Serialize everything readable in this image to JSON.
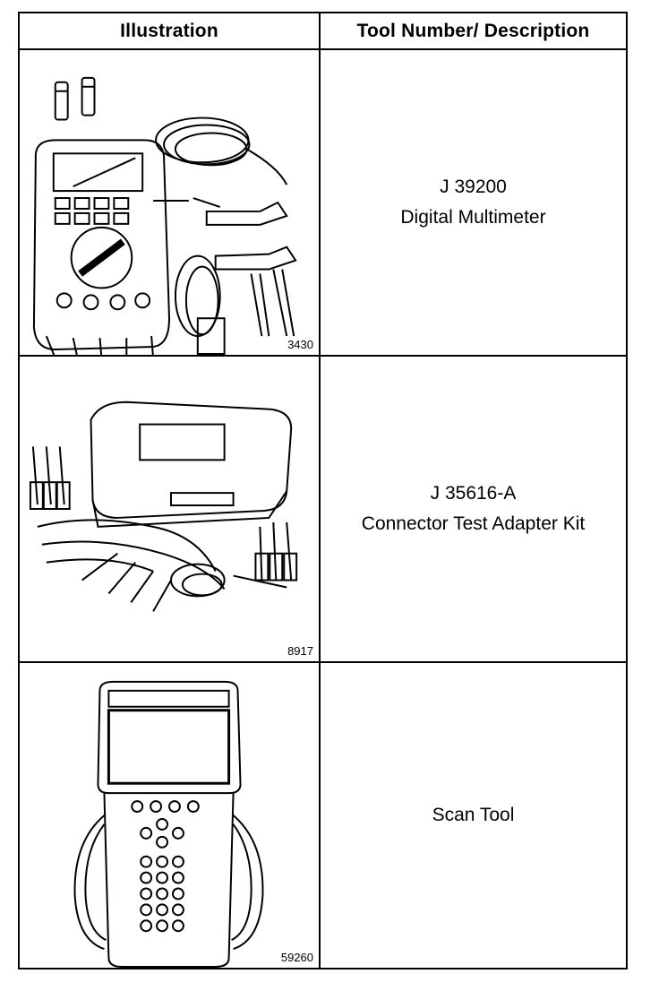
{
  "table": {
    "headers": [
      "Illustration",
      "Tool Number/ Description"
    ],
    "rows": [
      {
        "figure_number": "3430",
        "tool_number": "J 39200",
        "description": "Digital Multimeter",
        "icon": "multimeter-illustration"
      },
      {
        "figure_number": "8917",
        "tool_number": "J 35616-A",
        "description": "Connector Test Adapter Kit",
        "icon": "adapter-kit-illustration"
      },
      {
        "figure_number": "59260",
        "tool_number": "",
        "description": "Scan Tool",
        "icon": "scan-tool-illustration"
      }
    ]
  }
}
